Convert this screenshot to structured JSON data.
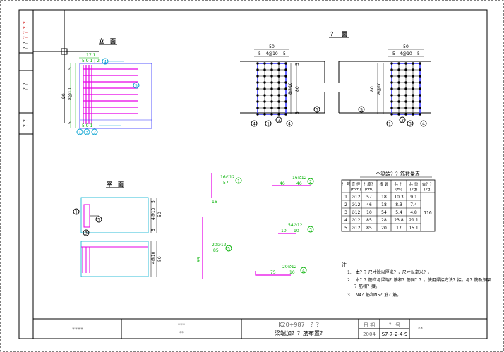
{
  "side_labels": [
    "？？",
    "？？",
    "？？",
    "？？？？"
  ],
  "views": {
    "elevation_title": "立　面",
    "section_title": "？　面",
    "plan_title": "平　面"
  },
  "elevation_dims": {
    "top": "17|1",
    "sub": "5 9 1 | 2",
    "bottom": "5 9 1",
    "left_total": "90",
    "left_spacing": "8@10",
    "left_top": "5",
    "left_bottom": "5"
  },
  "section_dims": {
    "width": "50",
    "spacing": "4@10",
    "edge_l": "5",
    "edge_r": "5",
    "height": "80",
    "height_spacing": "8@10",
    "edge_t": "5",
    "edge_b": "5"
  },
  "plan_dims": {
    "width": "50",
    "spacing": "4@10",
    "edge": "5"
  },
  "callouts": [
    "1",
    "2",
    "3",
    "4",
    "5"
  ],
  "bar_details": [
    {
      "spec": "16∅12",
      "len_a": "57",
      "len_b": "16",
      "num": "1"
    },
    {
      "spec": "16∅12",
      "len_a": "46",
      "num": "2"
    },
    {
      "spec": "54∅12",
      "len_a": "10",
      "num": "3"
    },
    {
      "spec": "20∅12",
      "len_a": "85",
      "num": "5"
    },
    {
      "spec": "20∅12",
      "len_a": "75",
      "len_b": "10",
      "num": "4"
    }
  ],
  "table": {
    "title": "一个梁端？？筋数量表",
    "headers": [
      "？ 号",
      "直 径 (mm)",
      "？度？ (cm)",
      "根 数",
      "共 ？ (m)",
      "共 重 (kg)",
      "合？？ (kg)"
    ],
    "rows": [
      [
        "1",
        "∅12",
        "57",
        "18",
        "10.3",
        "9.1"
      ],
      [
        "2",
        "∅12",
        "46",
        "18",
        "8.3",
        "7.4"
      ],
      [
        "3",
        "∅12",
        "10",
        "54",
        "5.4",
        "4.8"
      ],
      [
        "4",
        "∅12",
        "85",
        "28",
        "23.8",
        "21.1"
      ],
      [
        "5",
        "∅12",
        "85",
        "20",
        "17",
        "15.1"
      ]
    ],
    "total": "116"
  },
  "notes": {
    "heading": "注",
    "items": [
      "1.　本？？尺寸除以厘米？，尺寸以毫米？。",
      "2.　本？？筋应与梁端？筋和？筋同？？，使用焊接方法？接，与？筋及钢架",
      "？筋相？接。",
      "3.　N4？筋和N5？筋？筋。"
    ]
  },
  "title_block": {
    "company": "****",
    "designer": "***",
    "checker": "**",
    "project": "K20+987　？？",
    "drawing_name": "梁端加？？筋布置？",
    "date_label": "日 期",
    "no_label": "？ 号",
    "date": "2004",
    "drawing_no": "S7-7-2-4-9",
    "extra": "**"
  },
  "colors": {
    "line": "#000000",
    "rebar_magenta": "#e600e6",
    "dim_green": "#00b000",
    "callout_cyan": "#00a0d0",
    "link_blue": "#3030ff"
  }
}
